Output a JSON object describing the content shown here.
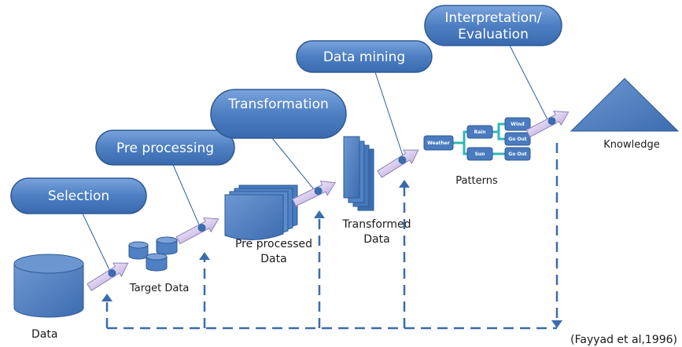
{
  "steps": {
    "selection": "Selection",
    "preprocessing": "Pre processing",
    "transformation": "Transformation",
    "datamining": "Data mining",
    "interpretation_line1": "Interpretation/",
    "interpretation_line2": "Evaluation"
  },
  "labels": {
    "data": "Data",
    "target_data": "Target Data",
    "preprocessed_line1": "Pre processed",
    "preprocessed_line2": "Data",
    "transformed_line1": "Transformed",
    "transformed_line2": "Data",
    "patterns": "Patterns",
    "knowledge": "Knowledge"
  },
  "tree": {
    "root": "Weather",
    "mid_top": "Rain",
    "mid_bottom": "Sun",
    "leaf_top": "Wind",
    "leaf_mid": "Go Out",
    "leaf_bottom": "Go Out"
  },
  "citation": "(Fayyad et al,1996)",
  "colors": {
    "pill_fill": "#4a7ec2",
    "pill_stroke": "#2d5a94",
    "arrow_fill": "#d6c8ec",
    "arrow_stroke": "#8f82ba",
    "connector": "#2c5f9e",
    "tree_link": "#33b5b5"
  }
}
